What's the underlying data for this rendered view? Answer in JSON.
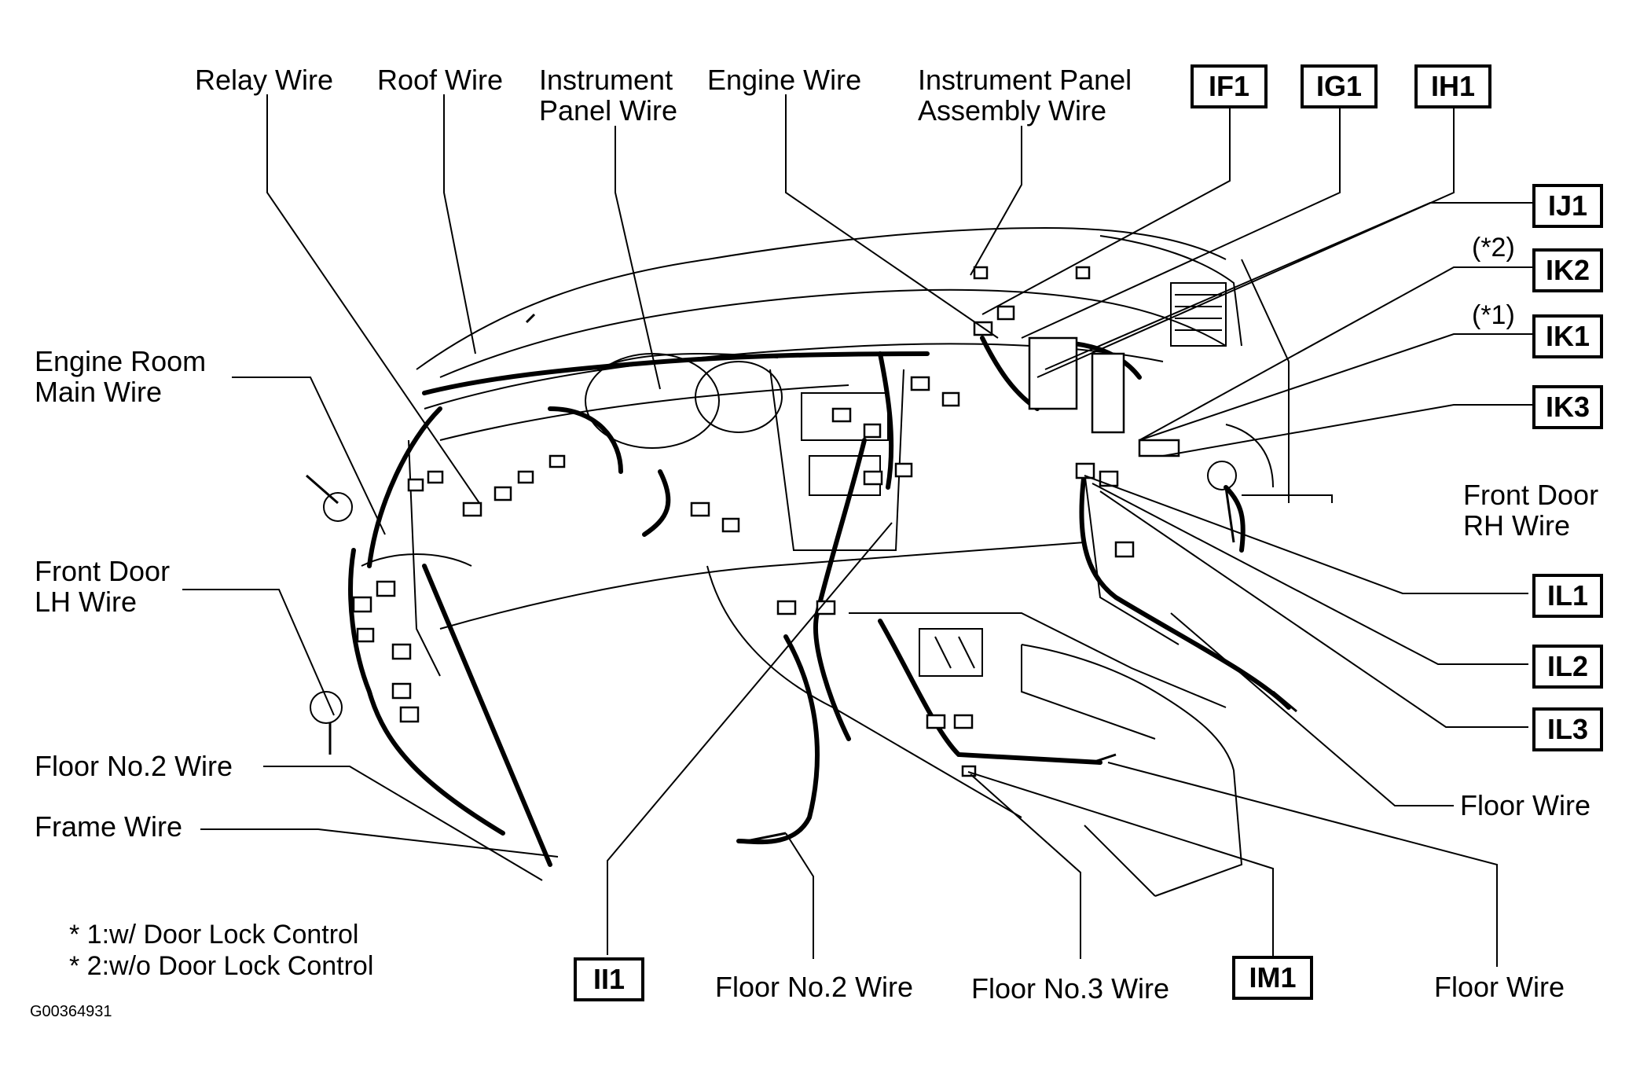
{
  "labels": {
    "relay_wire": "Relay Wire",
    "roof_wire": "Roof Wire",
    "instrument_panel_wire": [
      "Instrument",
      "Panel Wire"
    ],
    "engine_wire": "Engine Wire",
    "instrument_panel_assembly_wire": [
      "Instrument Panel",
      "Assembly Wire"
    ],
    "engine_room_main_wire": [
      "Engine Room",
      "Main Wire"
    ],
    "front_door_lh_wire": [
      "Front Door",
      "LH Wire"
    ],
    "floor_no2_wire_left": "Floor No.2 Wire",
    "frame_wire": "Frame Wire",
    "front_door_rh_wire": [
      "Front Door",
      "RH Wire"
    ],
    "floor_wire_right": "Floor Wire",
    "floor_no2_wire_bottom": "Floor No.2 Wire",
    "floor_no3_wire": "Floor No.3 Wire",
    "floor_wire_bottom": "Floor Wire"
  },
  "connectors": {
    "IF1": "IF1",
    "IG1": "IG1",
    "IH1": "IH1",
    "IJ1": "IJ1",
    "IK2": "IK2",
    "IK1": "IK1",
    "IK3": "IK3",
    "IL1": "IL1",
    "IL2": "IL2",
    "IL3": "IL3",
    "II1": "II1",
    "IM1": "IM1"
  },
  "markers": {
    "ik2_note": "(*2)",
    "ik1_note": "(*1)"
  },
  "footnotes": {
    "note1": "* 1:w/ Door Lock Control",
    "note2": "* 2:w/o Door Lock Control"
  },
  "figure_code": "G00364931"
}
